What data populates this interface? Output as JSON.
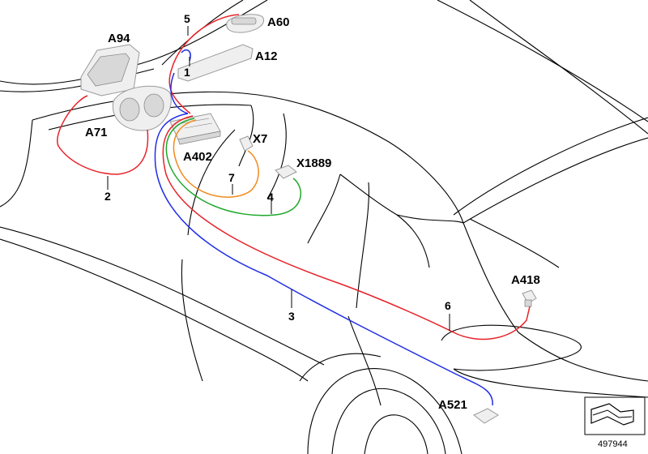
{
  "diagram": {
    "reference_number": "497944",
    "component_labels": {
      "a60": "A60",
      "a94": "A94",
      "a12": "A12",
      "a71": "A71",
      "a402": "A402",
      "x7": "X7",
      "x1889": "X1889",
      "a418": "A418",
      "a521": "A521"
    },
    "wire_numbers": {
      "w1": "1",
      "w2": "2",
      "w3": "3",
      "w4": "4",
      "w5": "5",
      "w6": "6",
      "w7": "7"
    },
    "wire_colors": {
      "red": "#e8222a",
      "blue": "#1f2de6",
      "green": "#1fa82a",
      "orange": "#f28a1c"
    }
  }
}
